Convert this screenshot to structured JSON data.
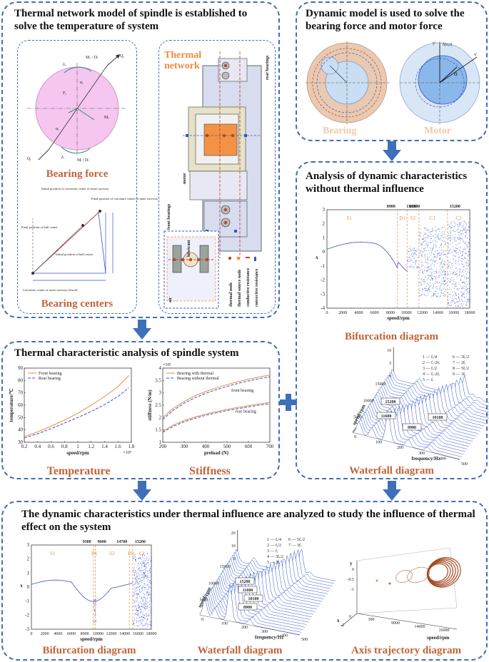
{
  "panels": {
    "thermal_network": {
      "title": "Thermal network model of spindle is established to solve the temperature of system",
      "bearing_force_caption": "Bearing force",
      "bearing_centers_caption": "Bearing centers",
      "thermal_network_label": "Thermal network",
      "bearing_force_labels": {
        "q_o": "Qₒ",
        "m_o": "Mₒ",
        "f_o": "Fₒ",
        "alpha_o": "αₒ",
        "alpha_i": "αᵢ",
        "q_i": "Qᵢ",
        "lambda_o": "λₒ",
        "lambda_i": "λᵢ",
        "m_frac_o": "Mₒ / Dₗ",
        "m_frac_i": "Mᵢ / Dₗ"
      },
      "bearing_center_labels": {
        "initial_inner": "Initial position of curvature center of inner raceway",
        "final_inner": "Final position of curvature center of inner raceway",
        "final_ball": "Final position of ball center",
        "initial_ball": "Initial position of ball center",
        "outer_fixed": "Curvature center of outer raceway (fixed)"
      },
      "spindle_labels": {
        "rear_bearings": "rear bearings",
        "motor": "motor",
        "front_bearings": "front bearings",
        "lubricant": "lubricant",
        "air": "air"
      },
      "legend": [
        "thermal node",
        "thermal source node",
        "conductive resistance",
        "convective resistance"
      ]
    },
    "dynamic_model": {
      "title": "Dynamic model is used to solve the bearing force and motor force",
      "bearing_label": "Bearing",
      "motor_label": "Motor",
      "motor_symbol": "δ(α,t)",
      "motor_alpha": "α",
      "axis_x": "x′",
      "axis_y": "y′"
    },
    "dynamic_no_thermal": {
      "title": "Analysis of dynamic characteristics without thermal influence",
      "bifurcation_caption": "Bifurcation diagram",
      "waterfall_caption": "Waterfall diagram"
    },
    "thermal_char": {
      "title": "Thermal characteristic analysis of spindle system",
      "temperature_caption": "Temperature",
      "stiffness_caption": "Stiffness"
    },
    "thermal_influence": {
      "title": "The dynamic characteristics under thermal influence are analyzed to study the influence of thermal effect on the system",
      "bifurcation_caption": "Bifurcation diagram",
      "waterfall_caption": "Waterfall diagram",
      "axis_caption": "Axis trajectory diagram"
    }
  },
  "chart_data": [
    {
      "id": "temperature",
      "type": "line",
      "xlabel": "speed/rpm",
      "ylabel": "temperature/℃",
      "x_multiplier": "×10⁴",
      "xlim": [
        0.2,
        1.8
      ],
      "ylim": [
        30,
        90
      ],
      "xticks": [
        "0.2",
        "0.4",
        "0.6",
        "0.8",
        "1",
        "1.2",
        "1.4",
        "1.6",
        "1.8"
      ],
      "yticks": [
        "30",
        "40",
        "50",
        "60",
        "70",
        "80",
        "90"
      ],
      "x": [
        0.2,
        0.4,
        0.6,
        0.8,
        1.0,
        1.2,
        1.4,
        1.6,
        1.76
      ],
      "series": [
        {
          "name": "Front bearing",
          "color": "#f08a3e",
          "dash": "",
          "values": [
            34.5,
            38.5,
            43.0,
            48.0,
            53.5,
            60.0,
            67.0,
            75.0,
            84.0
          ]
        },
        {
          "name": "Rear bearing",
          "color": "#3355cc",
          "dash": "4,2",
          "values": [
            33.5,
            37.0,
            41.0,
            45.5,
            50.0,
            55.0,
            60.5,
            67.0,
            74.0
          ]
        }
      ],
      "legend": "top-left"
    },
    {
      "id": "stiffness",
      "type": "line",
      "xlabel": "preload (N)",
      "ylabel": "stiffness (N/m)",
      "y_multiplier": "×10⁸",
      "xlim": [
        200,
        700
      ],
      "ylim": [
        1,
        4
      ],
      "xticks": [
        "200",
        "300",
        "400",
        "500",
        "600",
        "700"
      ],
      "yticks": [
        "1",
        "1.5",
        "2",
        "2.5",
        "3",
        "3.5",
        "4"
      ],
      "x": [
        200,
        250,
        300,
        350,
        400,
        450,
        500,
        550,
        600,
        650,
        700
      ],
      "series": [
        {
          "name": "Bearing with thermal",
          "color": "#f08a3e",
          "dash": "",
          "values": [
            2.0,
            2.38,
            2.65,
            2.88,
            3.05,
            3.2,
            3.33,
            3.45,
            3.55,
            3.64,
            3.72
          ],
          "group": "front bearing"
        },
        {
          "name": "Bearing without thermal",
          "color": "#3355cc",
          "dash": "4,2",
          "values": [
            1.92,
            2.3,
            2.58,
            2.8,
            2.98,
            3.13,
            3.26,
            3.38,
            3.48,
            3.57,
            3.65
          ],
          "group": "front bearing"
        },
        {
          "name": "rear-with",
          "color": "#f08a3e",
          "dash": "",
          "values": [
            1.45,
            1.7,
            1.88,
            2.02,
            2.14,
            2.24,
            2.33,
            2.41,
            2.48,
            2.55,
            2.61
          ],
          "group": "rear bearing"
        },
        {
          "name": "rear-without",
          "color": "#3355cc",
          "dash": "4,2",
          "values": [
            1.4,
            1.65,
            1.83,
            1.97,
            2.09,
            2.19,
            2.28,
            2.36,
            2.43,
            2.5,
            2.56
          ],
          "group": "rear bearing"
        }
      ],
      "annotations": [
        "front bearing",
        "rear bearing"
      ],
      "legend": "top-left"
    },
    {
      "id": "bifurcation-no-thermal",
      "type": "scatter",
      "xlabel": "speed/rpm",
      "ylabel": "x",
      "xlim": [
        0,
        18000
      ],
      "ylim": [
        -4,
        3
      ],
      "xticks": [
        "0",
        "2000",
        "4000",
        "6000",
        "8000",
        "10000",
        "12000",
        "14000",
        "16000",
        "18000"
      ],
      "yticks": [
        "-4",
        "-3",
        "-2",
        "-1",
        "0",
        "1",
        "2",
        "3"
      ],
      "markers": [
        "8900",
        "10100",
        "11600",
        "15200"
      ],
      "regions": [
        "S1",
        "D1",
        "S2",
        "C1",
        "C2"
      ]
    },
    {
      "id": "waterfall-no-thermal",
      "type": "area",
      "xlabel": "frequency/Hz",
      "ylabel": "speed/rpm",
      "zticks": [
        "0",
        "5",
        "10"
      ],
      "yticks": [
        "5000",
        "10000",
        "15000"
      ],
      "xticks": [
        "0",
        "100",
        "200",
        "300",
        "400",
        "500"
      ],
      "speed_labels": [
        "15200",
        "11600",
        "8900",
        "10100"
      ],
      "legend": [
        "1 — fᵣ/4",
        "2 — fᵣ-2fₒ",
        "3 — fᵣ/2",
        "4 — fᵣ-2fₒ",
        "5 — fᵣ",
        "6 — 3fᵣ/2",
        "7 — 2fᵣ",
        "8 — 5fᵣ/2",
        "9 — 3fᵣ"
      ]
    },
    {
      "id": "bifurcation-thermal",
      "type": "scatter",
      "xlabel": "speed/rpm",
      "ylabel": "x",
      "xlim": [
        0,
        18000
      ],
      "ylim": [
        -3,
        3
      ],
      "xticks": [
        "0",
        "2000",
        "4000",
        "6000",
        "8000",
        "10000",
        "12000",
        "14000",
        "16000",
        "18000"
      ],
      "yticks": [
        "-3",
        "-2",
        "-1",
        "0",
        "1",
        "2",
        "3"
      ],
      "markers": [
        "9300",
        "9600",
        "14700",
        "15200"
      ],
      "regions": [
        "S1",
        "D1",
        "S2",
        "D2",
        "C1"
      ]
    },
    {
      "id": "waterfall-thermal",
      "type": "area",
      "xlabel": "frequency/Hz",
      "ylabel": "speed/rpm",
      "zticks": [
        "0",
        "10",
        "20"
      ],
      "yticks": [
        "5000",
        "10000",
        "15000"
      ],
      "xticks": [
        "0",
        "100",
        "200",
        "300",
        "400",
        "500"
      ],
      "speed_labels": [
        "15200",
        "11600",
        "10100",
        "8900"
      ],
      "legend": [
        "1 — fᵣ/4",
        "2 — fᵣ/2",
        "3 — fᵣ",
        "4 — 3fᵣ/2",
        "5 — 2fᵣ",
        "6 — 5fᵣ/2",
        "7 — 3fᵣ"
      ]
    },
    {
      "id": "axis-trajectory",
      "type": "scatter",
      "xlabel": "speed/rpm",
      "ylabel": "y",
      "zlabel": "x",
      "xticks": [
        "300",
        "9000",
        "14000",
        "16000"
      ],
      "yticks": [
        "0",
        "-0.5",
        "-1"
      ],
      "zticks": [
        "0",
        "-2"
      ]
    }
  ]
}
